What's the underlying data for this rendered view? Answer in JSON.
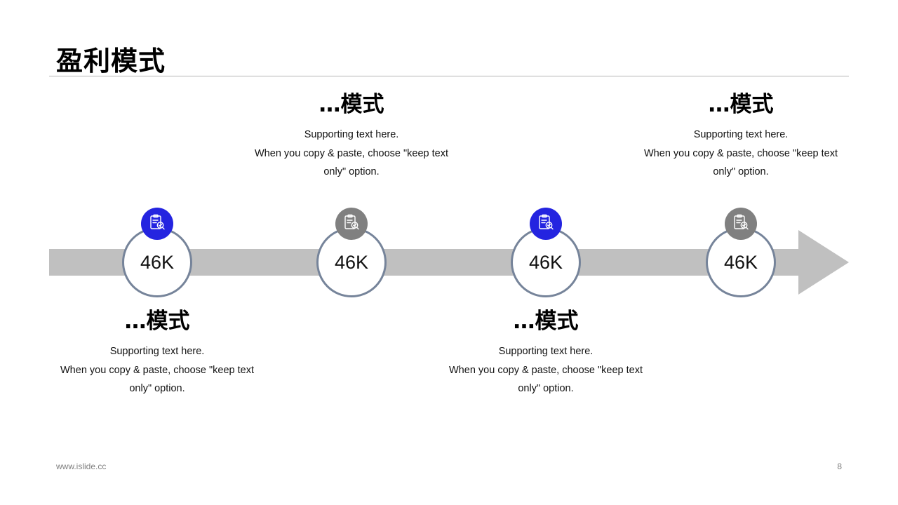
{
  "slide": {
    "title": "盈利模式",
    "footer_url": "www.islide.cc",
    "page_number": "8"
  },
  "colors": {
    "accent_blue": "#2424e0",
    "accent_gray": "#808080",
    "arrow_gray": "#c0c0c0",
    "ring_border": "#76849a"
  },
  "timeline": [
    {
      "value": "46K",
      "icon": "clipboard-check-icon",
      "badge_color": "#2424e0",
      "text_position": "below",
      "heading": "…模式",
      "line1": "Supporting text here.",
      "line2": "When you copy & paste, choose \"keep text",
      "line3": "only\" option."
    },
    {
      "value": "46K",
      "icon": "clipboard-check-icon",
      "badge_color": "#808080",
      "text_position": "above",
      "heading": "…模式",
      "line1": "Supporting text here.",
      "line2": "When you copy & paste, choose \"keep text",
      "line3": "only\" option."
    },
    {
      "value": "46K",
      "icon": "clipboard-check-icon",
      "badge_color": "#2424e0",
      "text_position": "below",
      "heading": "…模式",
      "line1": "Supporting text here.",
      "line2": "When you copy & paste, choose \"keep text",
      "line3": "only\" option."
    },
    {
      "value": "46K",
      "icon": "clipboard-check-icon",
      "badge_color": "#808080",
      "text_position": "above",
      "heading": "…模式",
      "line1": "Supporting text here.",
      "line2": "When you copy & paste, choose \"keep text",
      "line3": "only\" option."
    }
  ]
}
